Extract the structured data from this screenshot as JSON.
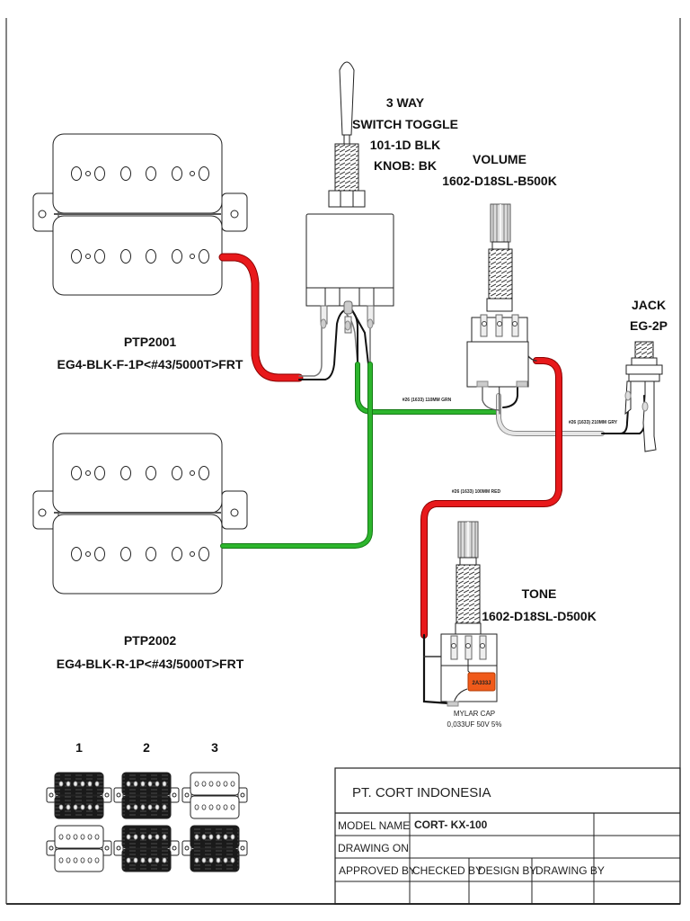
{
  "switch": {
    "title_lines": [
      "3 WAY",
      "SWITCH TOGGLE",
      "101-1D BLK",
      "KNOB: BK"
    ]
  },
  "volume": {
    "title": "VOLUME",
    "part": "1602-D18SL-B500K"
  },
  "tone": {
    "title": "TONE",
    "part": "1602-D18SL-D500K"
  },
  "jack": {
    "title": "JACK",
    "part": "EG-2P"
  },
  "pickups": [
    {
      "model": "PTP2001",
      "part": "EG4-BLK-F-1P<#43/5000T>FRT"
    },
    {
      "model": "PTP2002",
      "part": "EG4-BLK-R-1P<#43/5000T>FRT"
    }
  ],
  "capacitor": {
    "marking": "2A333J",
    "label": "MYLAR CAP",
    "spec": "0,033UF 50V 5%"
  },
  "wires": {
    "green_label": "#26 (1633) 110MM GRN",
    "gray_label": "#26 (1633) 210MM GRY",
    "red_label": "#26 (1633) 100MM RED",
    "colors": {
      "red": "#e8191b",
      "green": "#2db52d",
      "gray": "#d9d9d9",
      "black": "#111111"
    }
  },
  "options": {
    "labels": [
      "1",
      "2",
      "3"
    ],
    "variants": [
      {
        "top": "black",
        "bottom": "white"
      },
      {
        "top": "black",
        "bottom": "black"
      },
      {
        "top": "white",
        "bottom": "black"
      }
    ]
  },
  "title_block": {
    "company": "PT. CORT INDONESIA",
    "model_name_label": "MODEL NAME",
    "model_name_value": "CORT- KX-100",
    "drawing_on_label": "DRAWING ON",
    "approved_by_label": "APPROVED BY",
    "checked_by_label": "CHECKED BY",
    "design_by_label": "DESIGN BY",
    "drawing_by_label": "DRAWING BY"
  }
}
